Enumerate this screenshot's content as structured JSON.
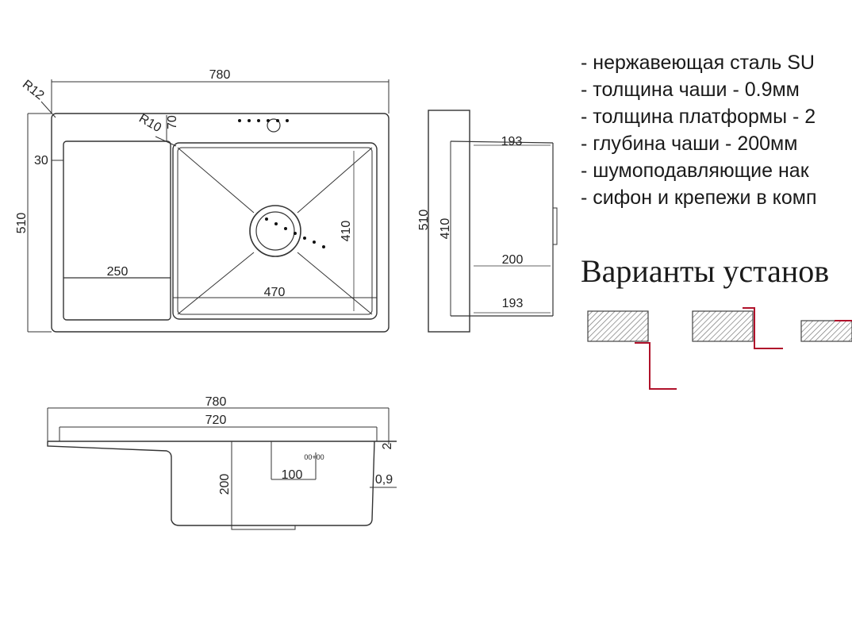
{
  "specs": [
    "- нержавеющая сталь SU",
    "- толщина чаши - 0.9мм",
    "- толщина платформы - 2",
    "- глубина чаши - 200мм",
    "- шумоподавляющие нак",
    "- сифон и крепежи в комп"
  ],
  "variants_title": "Варианты установ",
  "dims": {
    "top_width": "780",
    "radius_outer": "R12",
    "radius_inner": "R10",
    "tap_offset": "70",
    "rim_30": "30",
    "height_510": "510",
    "drainboard_250": "250",
    "bowl_470": "470",
    "bowl_410": "410",
    "side_height_510": "510",
    "side_410": "410",
    "side_top_193": "193",
    "side_200": "200",
    "side_bottom_193": "193",
    "front_780": "780",
    "front_720": "720",
    "front_2": "2",
    "front_09": "0,9",
    "front_200": "200",
    "front_100": "100",
    "front_small": "00+00"
  },
  "colors": {
    "line": "#333333",
    "installation_accent": "#b0122b",
    "hatch": "#888888"
  }
}
